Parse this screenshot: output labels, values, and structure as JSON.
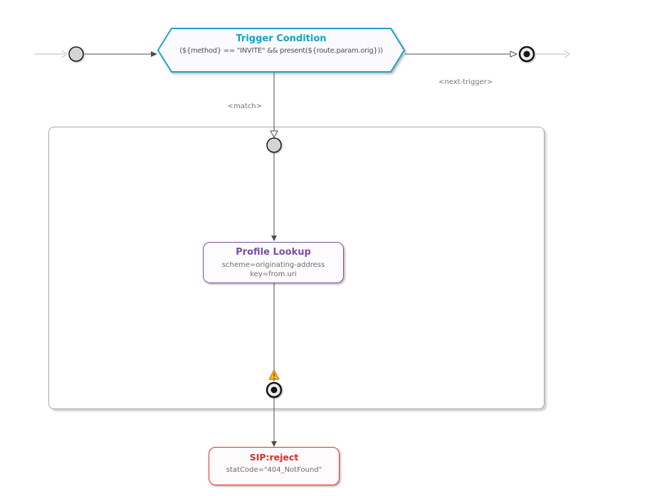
{
  "diagram": {
    "type": "state-flow",
    "trigger_node": {
      "title": "Trigger Condition",
      "condition": "(${method} == \"INVITE\" && present(${route.param.orig}))"
    },
    "edge_labels": {
      "match": "<match>",
      "next_trigger": "<next-trigger>"
    },
    "profile_node": {
      "title": "Profile Lookup",
      "params": [
        "scheme=originating-address",
        "key=from.uri"
      ]
    },
    "reject_node": {
      "title": "SIP:reject",
      "body": "statCode=\"404_NotFound\""
    },
    "icons": {
      "warning": "warning-triangle"
    },
    "colors": {
      "trigger_accent": "#14a1c9",
      "profile_accent": "#7b4fa6",
      "reject_accent": "#df2b2b",
      "warning_fill": "#fdba3b",
      "warning_stroke": "#e09422",
      "edge_dark": "#4d4d4d",
      "edge_light": "#bbbbbb",
      "container_border": "#a8a8a8",
      "state_fill": "#d4d4d4",
      "node_background": "#fbfbfe"
    }
  }
}
